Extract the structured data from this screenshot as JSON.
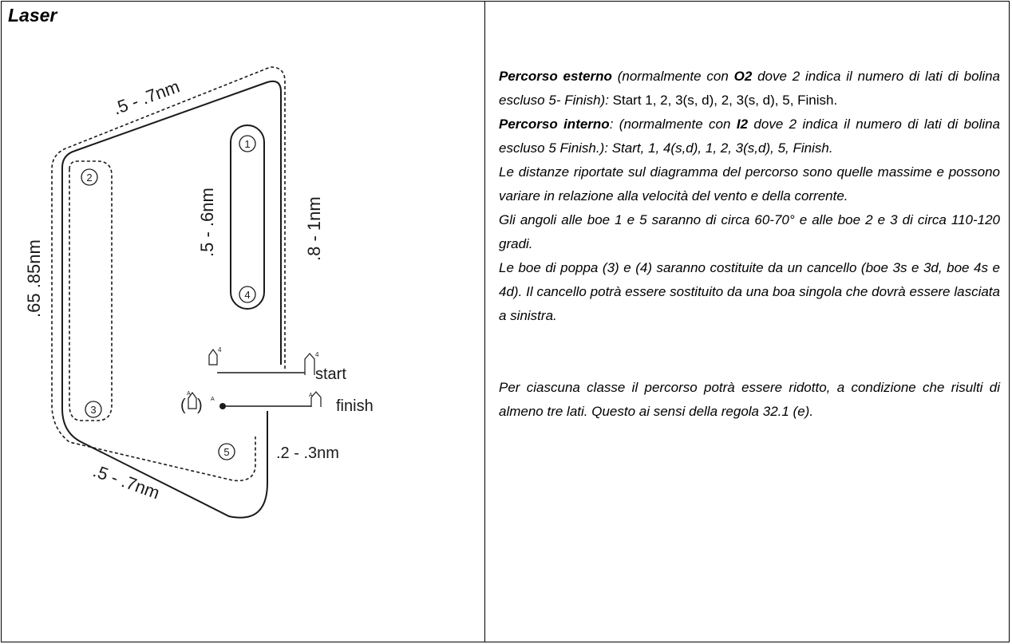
{
  "title": "Laser",
  "diagram": {
    "marks": [
      "1",
      "2",
      "3",
      "4",
      "5"
    ],
    "labels": {
      "top_leg": ".5 - .7nm",
      "inner_leg": ".5 - .6nm",
      "right_leg": ".8 - 1nm",
      "left_leg": ".65 .85nm",
      "bottom_leg": ".5 - .7nm",
      "finish_leg": ".2 - .3nm",
      "start": "start",
      "finish": "finish"
    },
    "colors": {
      "line": "#1a1a1a",
      "background": "#ffffff"
    }
  },
  "text": {
    "p1_b1": "Percorso esterno",
    "p1_i1": " (normalmente con ",
    "p1_b2": "O2",
    "p1_i2": " dove 2 indica il numero di lati di bolina escluso 5- Finish):",
    "p1_rest": " Start 1, 2, 3(s, d), 2, 3(s, d), 5, Finish.",
    "p2_b1": "Percorso interno",
    "p2_i1": ": (normalmente con ",
    "p2_b2": "I2",
    "p2_i2": " dove 2 indica il numero di lati di bolina escluso 5 Finish.): Start, 1, 4(s,d), 1, 2, 3(s,d), 5, Finish.",
    "p3": "Le distanze riportate sul diagramma del percorso sono quelle massime e possono variare in relazione alla velocità del vento e della corrente.",
    "p4": "Gli angoli alle boe 1 e 5 saranno di circa 60-70° e alle boe 2 e 3 di circa 110-120 gradi.",
    "p5": " Le boe di poppa (3) e (4) saranno costituite da un cancello (boe 3s e 3d, boe 4s e 4d). Il cancello potrà essere sostituito da una boa singola che dovrà essere lasciata a sinistra.",
    "p6": "Per ciascuna classe il percorso potrà essere ridotto, a condizione che risulti di almeno tre lati. Questo ai sensi della regola 32.1 (e)."
  }
}
